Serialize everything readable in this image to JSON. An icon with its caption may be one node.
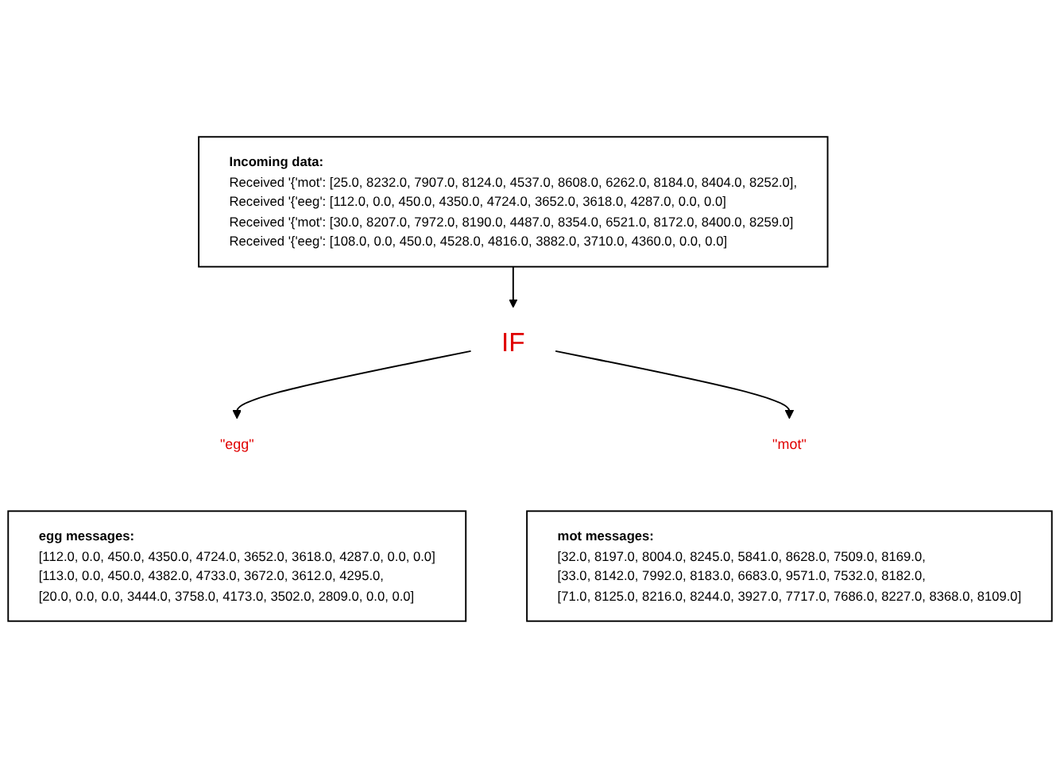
{
  "diagram": {
    "nodes": [
      {
        "text": [
          "Incoming data:",
          "Received '{'mot': [25.0, 8232.0, 7907.0, 8124.0, 4537.0, 8608.0, 6262.0, 8184.0, 8404.0, 8252.0],",
          "Received '{'eeg': [112.0, 0.0, 450.0, 4350.0, 4724.0, 3652.0, 3618.0, 4287.0, 0.0, 0.0]",
          "Received '{'mot': [30.0, 8207.0, 7972.0, 8190.0, 4487.0, 8354.0, 6521.0, 8172.0, 8400.0, 8259.0]",
          "Received '{'eeg': [108.0, 0.0, 450.0, 4528.0, 4816.0, 3882.0, 3710.0, 4360.0, 0.0, 0.0]"
        ]
      },
      {
        "text": [
          "IF"
        ]
      },
      {
        "text": [
          "\"egg\""
        ]
      },
      {
        "text": [
          "\"mot\""
        ]
      },
      {
        "text": [
          "egg messages:",
          "[112.0, 0.0, 450.0, 4350.0, 4724.0, 3652.0, 3618.0, 4287.0, 0.0, 0.0]",
          "[113.0, 0.0, 450.0, 4382.0, 4733.0, 3672.0, 3612.0, 4295.0,",
          "[20.0, 0.0, 0.0, 3444.0, 3758.0, 4173.0, 3502.0, 2809.0, 0.0, 0.0]"
        ]
      },
      {
        "text": [
          "mot messages:",
          "[32.0, 8197.0, 8004.0, 8245.0, 5841.0, 8628.0, 7509.0, 8169.0,",
          "[33.0, 8142.0, 7992.0, 8183.0, 6683.0, 9571.0, 7532.0, 8182.0,",
          "[71.0, 8125.0, 8216.0, 8244.0, 3927.0, 7717.0, 7686.0, 8227.0, 8368.0, 8109.0]"
        ]
      }
    ],
    "edges": [
      {
        "from": 0,
        "to": 1,
        "arrow": "to"
      },
      {
        "from": 1,
        "to": 2,
        "arrow": "to"
      },
      {
        "from": 1,
        "to": 3,
        "arrow": "to"
      }
    ]
  }
}
